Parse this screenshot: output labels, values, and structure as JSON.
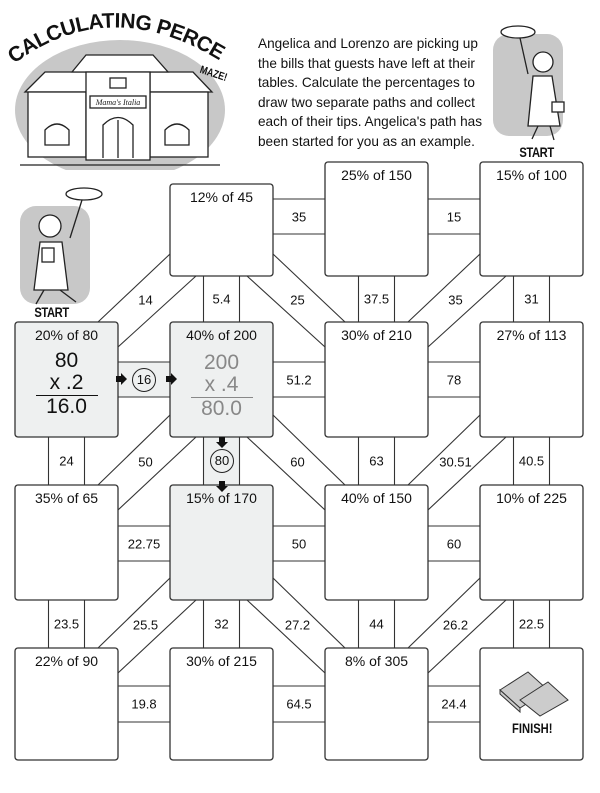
{
  "header": {
    "title": "CALCULATING PERCENTAGES",
    "subtitle": "MAZE!",
    "restaurant_sign": "Mama's Italia",
    "instructions": "Angelica and Lorenzo are picking up the bills that guests have left at their tables. Calculate the percentages to draw two separate paths and collect each of their tips. Angelica's path has been started for you as an example."
  },
  "characters": {
    "lorenzo_start": "START",
    "angelica_start": "START"
  },
  "maze": {
    "rows": [
      [
        null,
        "12% of 45",
        "25% of 150",
        "15% of 100"
      ],
      [
        "20% of 80",
        "40% of 200",
        "30% of 210",
        "27% of 113"
      ],
      [
        "35% of 65",
        "15% of 170",
        "40% of 150",
        "10% of 225"
      ],
      [
        "22% of 90",
        "30% of 215",
        "8% of 305",
        null
      ]
    ],
    "shaded_boxes": [
      "20% of 80",
      "40% of 200",
      "15% of 170"
    ],
    "finish_label": "FINISH!",
    "horizontal_connectors": [
      [
        null,
        "35",
        "15"
      ],
      [
        "16",
        "51.2",
        "78"
      ],
      [
        "22.75",
        "50",
        "60"
      ],
      [
        "19.8",
        "64.5",
        "24.4"
      ]
    ],
    "vertical_connectors": [
      [
        null,
        "5.4",
        "37.5",
        "31"
      ],
      [
        "24",
        "80",
        "63",
        "40.5"
      ],
      [
        "23.5",
        "32",
        "44",
        "22.5"
      ]
    ],
    "diagonal_connectors": [
      [
        "14",
        "25",
        "35"
      ],
      [
        "50",
        "60",
        "30.51"
      ],
      [
        "25.5",
        "27.2",
        "26.2"
      ]
    ],
    "example_work": {
      "first": [
        "80",
        "x .2",
        "16.0"
      ],
      "second": [
        "200",
        "x .4",
        "80.0"
      ],
      "circled_answers": [
        "16",
        "80"
      ]
    }
  },
  "colors": {
    "shaded_fill": "#eef0f0",
    "illustration_bg": "#c8c8c8",
    "line": "#333333"
  }
}
